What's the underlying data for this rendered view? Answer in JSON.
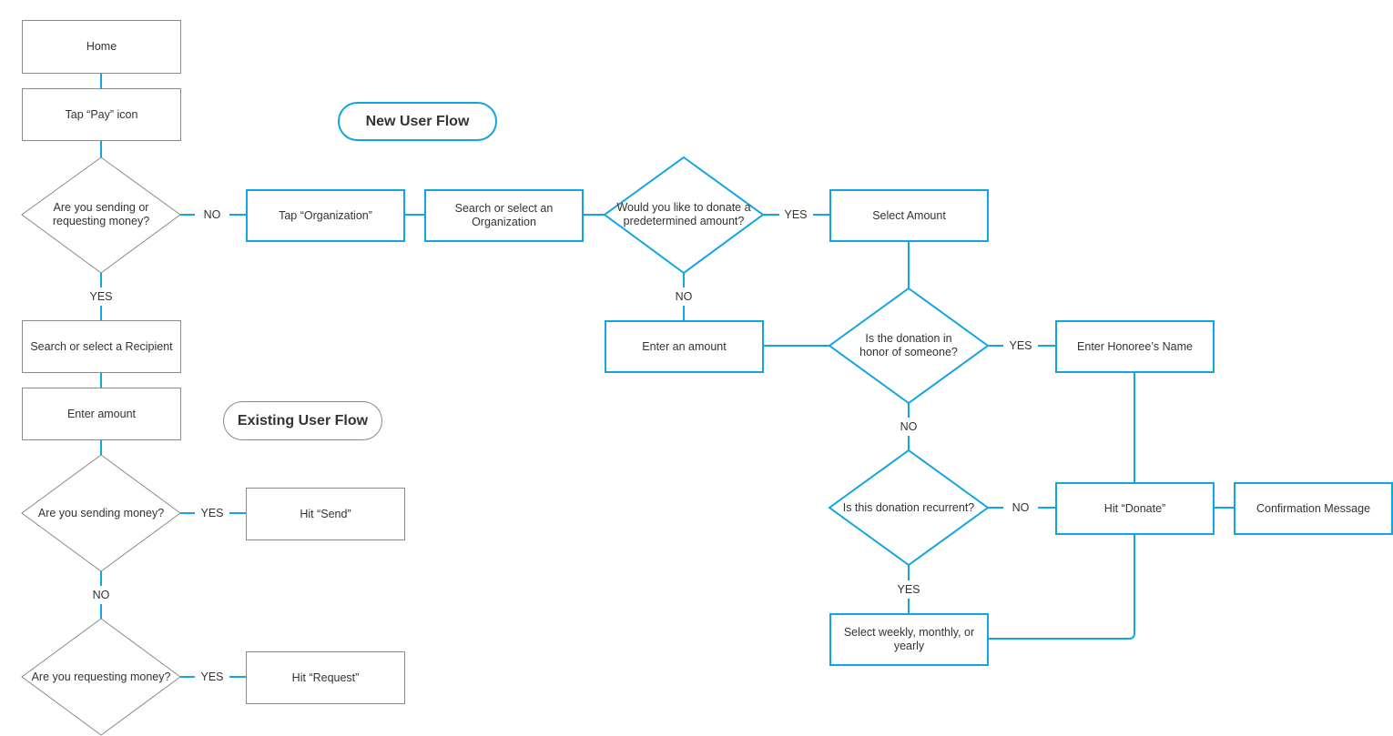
{
  "colors": {
    "accent": "#12a5e3",
    "gray": "#8a8a8a"
  },
  "titles": {
    "new_user": "New User Flow",
    "existing_user": "Existing User Flow"
  },
  "existing": {
    "home": "Home",
    "tap_pay": "Tap “Pay” icon",
    "q_send_or_request": "Are you sending or requesting money?",
    "search_recipient": "Search or select a Recipient",
    "enter_amount": "Enter amount",
    "q_sending": "Are you sending money?",
    "hit_send": "Hit “Send”",
    "q_requesting": "Are you requesting money?",
    "hit_request": "Hit “Request”"
  },
  "new": {
    "tap_org": "Tap “Organization”",
    "search_org": "Search or select an Organization",
    "q_predetermined": "Would you like to donate a predetermined amount?",
    "select_amount": "Select Amount",
    "enter_amount": "Enter an amount",
    "q_honor": "Is the donation in honor of someone?",
    "honoree": "Enter Honoree’s Name",
    "q_recurrent": "Is this donation recurrent?",
    "hit_donate": "Hit “Donate”",
    "confirmation": "Confirmation Message",
    "select_frequency": "Select weekly, monthly, or yearly"
  },
  "labels": {
    "yes": "YES",
    "no": "NO"
  }
}
